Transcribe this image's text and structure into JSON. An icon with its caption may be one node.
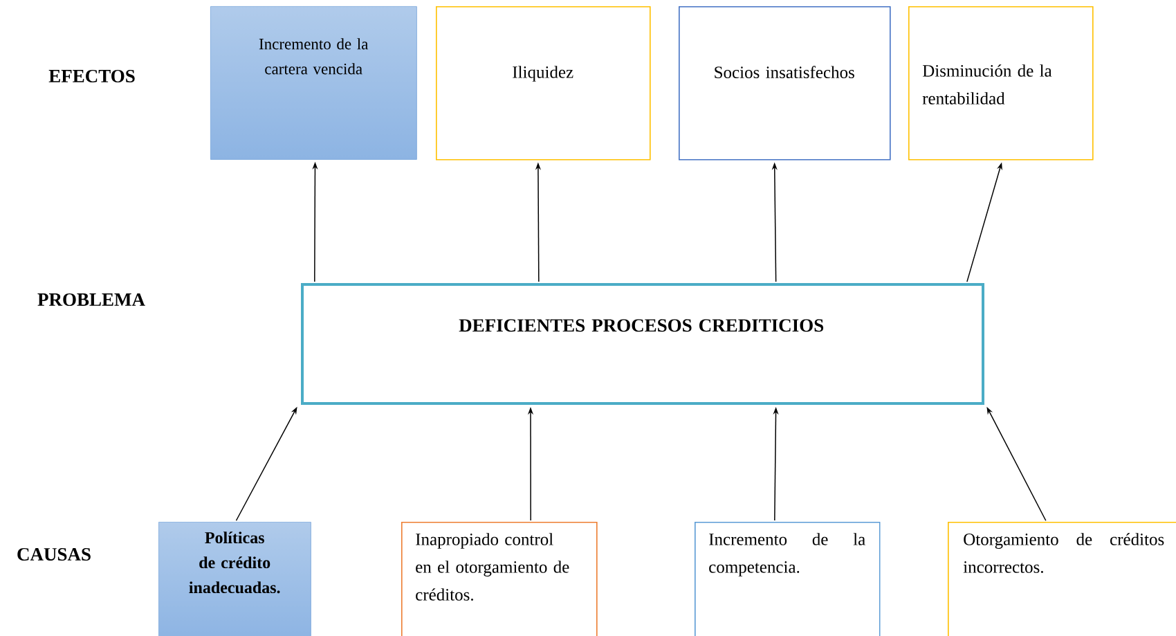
{
  "diagram": {
    "nodes": [
      {
        "text": [
          "Incremento de la cartera vencida"
        ]
      },
      {
        "text": [
          "Iliquidez"
        ]
      },
      {
        "text": [
          "Socios insatisfechos"
        ]
      },
      {
        "text": [
          "Disminución de la rentabilidad"
        ]
      },
      {
        "text": [
          "DEFICIENTES PROCESOS CREDITICIOS"
        ]
      },
      {
        "text": [
          "Políticas de crédito inadecuadas."
        ]
      },
      {
        "text": [
          "Inapropiado control en el otorgamiento de créditos."
        ]
      },
      {
        "text": [
          "Incremento de la competencia."
        ]
      },
      {
        "text": [
          "Otorgamiento de créditos incorrectos."
        ]
      }
    ],
    "edges": [
      {
        "from": 4,
        "to": 0,
        "arrow": "to"
      },
      {
        "from": 4,
        "to": 1,
        "arrow": "to"
      },
      {
        "from": 4,
        "to": 2,
        "arrow": "to"
      },
      {
        "from": 4,
        "to": 3,
        "arrow": "to"
      },
      {
        "from": 5,
        "to": 4,
        "arrow": "to"
      },
      {
        "from": 6,
        "to": 4,
        "arrow": "to"
      },
      {
        "from": 7,
        "to": 4,
        "arrow": "to"
      },
      {
        "from": 8,
        "to": 4,
        "arrow": "to"
      }
    ],
    "labels": [
      "EFECTOS",
      "PROBLEMA",
      "CAUSAS"
    ]
  }
}
